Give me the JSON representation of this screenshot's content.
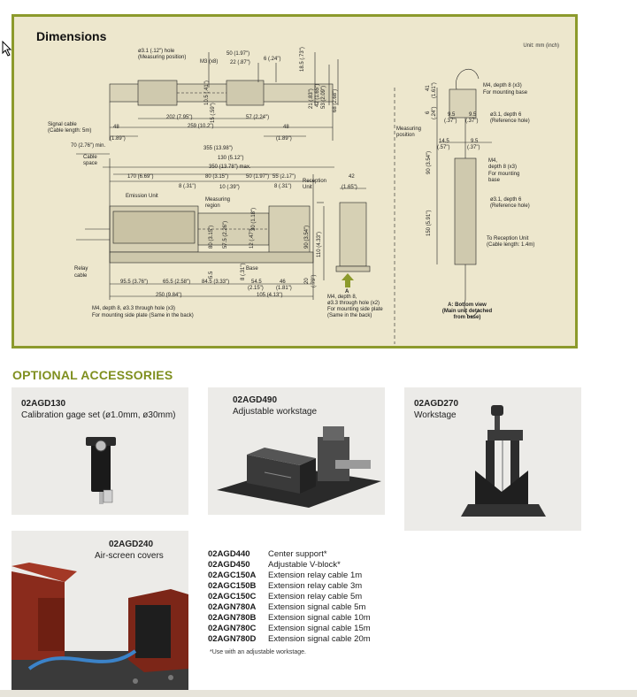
{
  "dimensions": {
    "title": "Dimensions",
    "unit": "Unit: mm (inch)",
    "labels": {
      "hole_dia_measuring": "ø3.1 (.12\") hole",
      "measuring_position_paren": "(Measuring position)",
      "m3": "M3 (x8)",
      "d50": "50 (1.97\")",
      "d22": "22 (.87\")",
      "d6": "6 (.24\")",
      "d18_5": "18.5 (.73\")",
      "d105": "10.5 (.41\")",
      "d21": "21 (.83\")",
      "d42": "42 (1.65\")",
      "d53": "53 (2.09\")",
      "d68": "68 (2.68\")",
      "d15": "15 (.59\")",
      "d57": "57 (2.24\")",
      "d202": "202 (7.95\")",
      "d259": "259 (10.2\")",
      "d48l": "48",
      "d48l_in": "(1.89\")",
      "d48r": "48",
      "d48r_in": "(1.89\")",
      "signal_cable": "Signal cable",
      "cable_length_5m": "(Cable length: 5m)",
      "d70": "70 (2.76\") min.",
      "cable_space_1": "Cable",
      "cable_space_2": "space",
      "d355": "355 (13.98\")",
      "d130": "130 (5.12\")",
      "d350": "350 (13.78\") max.",
      "d170": "170 (6.69\")",
      "d80": "80 (3.15\")",
      "d50b": "50 (1.97\")",
      "d55": "55 (2.17\")",
      "d8a": "8 (.31\")",
      "d10": "10 (.39\")",
      "d8b": "8 (.31\")",
      "emission_unit": "Emission Unit",
      "measuring_region_1": "Measuring",
      "measuring_region_2": "region",
      "reception_unit_1": "Reception",
      "reception_unit_2": "Unit",
      "d42b": "42",
      "d42b_in": "(1.65\")",
      "d30": "30 (1.18\")",
      "d80v": "80 (3.15\")",
      "d57v": "57.5 (2.26\")",
      "d12": "12 (.47\")",
      "d90": "90 (3.54\")",
      "d110": "110 (4.33\")",
      "d5_5": "5.5",
      "d8_31": "8 (.31\")",
      "relay_cable_1": "Relay",
      "relay_cable_2": "cable",
      "base": "Base",
      "d95": "95.5 (3.76\")",
      "d65": "65.5 (2.58\")",
      "d84": "84.5 (3.33\")",
      "d54": "54.5",
      "d54_in": "(2.15\")",
      "d46": "46",
      "d46_in": "(1.81\")",
      "d20": "20",
      "d20_in": "(.79\")",
      "d250": "250 (9.84\")",
      "d105b": "105 (4.13\")",
      "m4_side_1": "M4, depth 8, ø3.3 through hole (x3)",
      "m4_side_2": "For mounting side plate (Same in the back)",
      "m4_x2_1": "M4, depth 8,",
      "m4_x2_2": "ø3.3 through hole (x2)",
      "m4_x2_3": "For mounting side plate",
      "m4_x2_4": "(Same in the back)",
      "view_a": "A",
      "r_m4_1": "M4, depth 8 (x3)",
      "r_m4_2": "For mounting base",
      "r_d41": "41",
      "r_d41_in": "(1.61\")",
      "r_d6": "6",
      "r_d6_in": "(.24\")",
      "r_d95a": "9.5",
      "r_d95a_in": "(.37\")",
      "r_d95b": "9.5",
      "r_d95b_in": "(.37\")",
      "r_ref1_1": "ø3.1, depth 6",
      "r_ref1_2": "(Reference hole)",
      "r_mp_1": "Measuring",
      "r_mp_2": "position",
      "r_d145": "14.5",
      "r_d145_in": "(.57\")",
      "r_d95c": "9.5",
      "r_d95c_in": "(.37\")",
      "r_m4b_1": "M4,",
      "r_m4b_2": "depth 8 (x3)",
      "r_m4b_3": "For mounting",
      "r_m4b_4": "base",
      "r_d90": "90 (3.54\")",
      "r_ref2_1": "ø3.1, depth 6",
      "r_ref2_2": "(Reference hole)",
      "r_d150": "150 (5.91\")",
      "r_to_recv_1": "To Reception Unit",
      "r_to_recv_2": "(Cable length: 1.4m)",
      "r_bottom_1": "A: Bottom view",
      "r_bottom_2": "(Main unit detached",
      "r_bottom_3": "from base)"
    }
  },
  "accessories": {
    "title": "OPTIONAL ACCESSORIES",
    "cards": [
      {
        "code": "02AGD130",
        "desc": "Calibration gage set (ø1.0mm, ø30mm)"
      },
      {
        "code": "02AGD490",
        "desc": "Adjustable workstage"
      },
      {
        "code": "02AGD270",
        "desc": "Workstage"
      },
      {
        "code": "02AGD240",
        "desc": "Air-screen covers"
      }
    ],
    "parts": [
      {
        "code": "02AGD440",
        "desc": "Center support*"
      },
      {
        "code": "02AGD450",
        "desc": "Adjustable V-block*"
      },
      {
        "code": "02AGC150A",
        "desc": "Extension relay cable 1m"
      },
      {
        "code": "02AGC150B",
        "desc": "Extension relay cable 3m"
      },
      {
        "code": "02AGC150C",
        "desc": "Extension relay cable 5m"
      },
      {
        "code": "02AGN780A",
        "desc": "Extension signal cable 5m"
      },
      {
        "code": "02AGN780B",
        "desc": "Extension signal cable 10m"
      },
      {
        "code": "02AGN780C",
        "desc": "Extension signal cable 15m"
      },
      {
        "code": "02AGN780D",
        "desc": "Extension signal cable 20m"
      }
    ],
    "note": "*Use with an adjustable workstage."
  },
  "colors": {
    "panel_bg": "#ede7cd",
    "panel_border": "#8c9a2c",
    "accent_green": "#7f8f1f",
    "card_bg": "#ecebe8"
  }
}
